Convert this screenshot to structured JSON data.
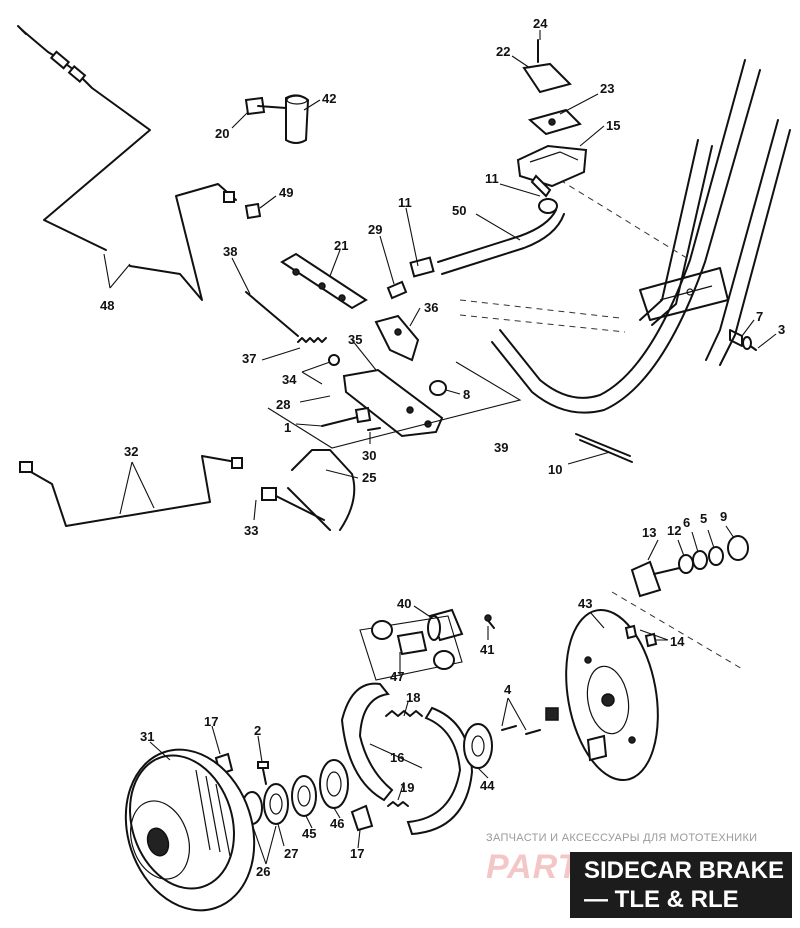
{
  "title": {
    "line1": "SIDECAR BRAKE",
    "line2": "— TLE & RLE"
  },
  "watermark": {
    "text": "ЗАПЧАСТИ И АКСЕССУАРЫ ДЛЯ МОТОТЕХНИКИ",
    "brand": "PARTS TECH"
  },
  "callouts": [
    {
      "id": "c24",
      "text": "24"
    },
    {
      "id": "c22",
      "text": "22"
    },
    {
      "id": "c23",
      "text": "23"
    },
    {
      "id": "c15",
      "text": "15"
    },
    {
      "id": "c20",
      "text": "20"
    },
    {
      "id": "c42",
      "text": "42"
    },
    {
      "id": "c49",
      "text": "49"
    },
    {
      "id": "c11a",
      "text": "11"
    },
    {
      "id": "c11b",
      "text": "11"
    },
    {
      "id": "c50",
      "text": "50"
    },
    {
      "id": "c21",
      "text": "21"
    },
    {
      "id": "c29",
      "text": "29"
    },
    {
      "id": "c38",
      "text": "38"
    },
    {
      "id": "c36",
      "text": "36"
    },
    {
      "id": "c35",
      "text": "35"
    },
    {
      "id": "c37",
      "text": "37"
    },
    {
      "id": "c34",
      "text": "34"
    },
    {
      "id": "c8",
      "text": "8"
    },
    {
      "id": "c28",
      "text": "28"
    },
    {
      "id": "c1",
      "text": "1"
    },
    {
      "id": "c39",
      "text": "39"
    },
    {
      "id": "c30",
      "text": "30"
    },
    {
      "id": "c48",
      "text": "48"
    },
    {
      "id": "c7",
      "text": "7"
    },
    {
      "id": "c3",
      "text": "3"
    },
    {
      "id": "c32",
      "text": "32"
    },
    {
      "id": "c25",
      "text": "25"
    },
    {
      "id": "c10",
      "text": "10"
    },
    {
      "id": "c33",
      "text": "33"
    },
    {
      "id": "c13",
      "text": "13"
    },
    {
      "id": "c12",
      "text": "12"
    },
    {
      "id": "c6",
      "text": "6"
    },
    {
      "id": "c5",
      "text": "5"
    },
    {
      "id": "c9",
      "text": "9"
    },
    {
      "id": "c40",
      "text": "40"
    },
    {
      "id": "c43",
      "text": "43"
    },
    {
      "id": "c41",
      "text": "41"
    },
    {
      "id": "c14",
      "text": "14"
    },
    {
      "id": "c47",
      "text": "47"
    },
    {
      "id": "c4",
      "text": "4"
    },
    {
      "id": "c18",
      "text": "18"
    },
    {
      "id": "c17a",
      "text": "17"
    },
    {
      "id": "c2",
      "text": "2"
    },
    {
      "id": "c31",
      "text": "31"
    },
    {
      "id": "c16",
      "text": "16"
    },
    {
      "id": "c44",
      "text": "44"
    },
    {
      "id": "c19",
      "text": "19"
    },
    {
      "id": "c45",
      "text": "45"
    },
    {
      "id": "c46",
      "text": "46"
    },
    {
      "id": "c27",
      "text": "27"
    },
    {
      "id": "c26",
      "text": "26"
    },
    {
      "id": "c17b",
      "text": "17"
    }
  ]
}
